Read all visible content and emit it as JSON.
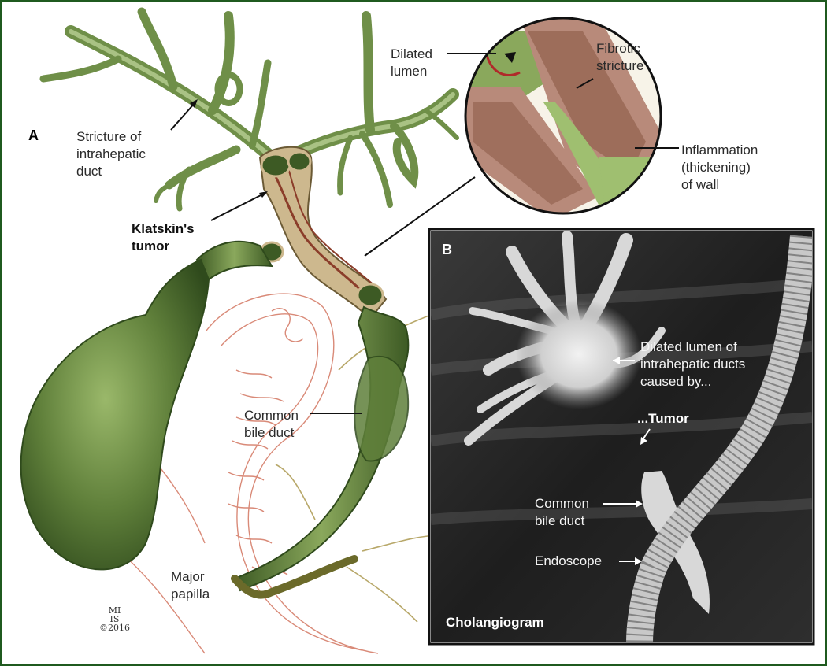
{
  "panel_a": {
    "letter": "A",
    "labels": {
      "stricture_intrahepatic": "Stricture of\nintrahepatic\nduct",
      "klatskin": "Klatskin's\ntumor",
      "common_bile_duct": "Common\nbile duct",
      "major_papilla": "Major\npapilla",
      "dilated_lumen": "Dilated\nlumen",
      "fibrotic_stricture": "Fibrotic\nstricture",
      "inflammation": "Inflammation\n(thickening)\nof wall"
    },
    "signature": "MI\nIS\n©2016"
  },
  "panel_b": {
    "letter": "B",
    "labels": {
      "dilated_intrahepatic": "Dilated lumen of\nintrahepatic ducts\ncaused by...",
      "tumor": "...Tumor",
      "common_bile_duct": "Common\nbile duct",
      "endoscope": "Endoscope",
      "caption": "Cholangiogram"
    }
  },
  "colors": {
    "frame": "#1f5a1f",
    "duct_green": "#5f7f3a",
    "duct_dark": "#3d5a24",
    "duodenum_line": "#d98a78",
    "xray_bg": "#2c2c2c"
  }
}
